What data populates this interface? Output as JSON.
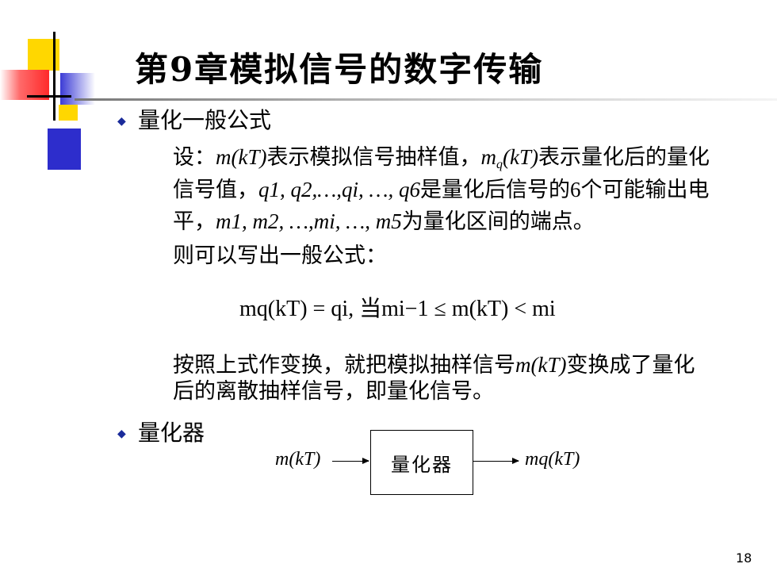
{
  "slide": {
    "title": "第9章模拟信号的数字传输",
    "page_number": "18"
  },
  "section1": {
    "heading": "量化一般公式",
    "line1_a": "设：",
    "line1_m": "m",
    "line1_kt": "(kT)",
    "line1_b": "表示模拟信号抽样值，",
    "line1_mq": "m",
    "line1_q": "q",
    "line1_kt2": "(kT)",
    "line1_c": "表示量化后的量化",
    "line2_a": "信号值，",
    "line2_vars": "q1, q2,…,qi, …, q6",
    "line2_b": "是量化后信号的",
    "line2_6": "6",
    "line2_c": "个可能输出电",
    "line3_a": "平，",
    "line3_vars": "m1, m2, …,mi, …, m5",
    "line3_b": "为量化区间的端点。",
    "line4": "则可以写出一般公式：",
    "formula": "mq(kT) = qi,  当mi−1 ≤ m(kT) < mi",
    "after1_a": "按照上式作变换，就把模拟抽样信号",
    "after1_m": "m(kT)",
    "after1_b": "变换成了量化",
    "after2": "后的离散抽样信号，即量化信号。"
  },
  "section2": {
    "heading": "量化器",
    "input_label": "m(kT)",
    "box_label": "量化器",
    "output_label": "mq(kT)"
  }
}
